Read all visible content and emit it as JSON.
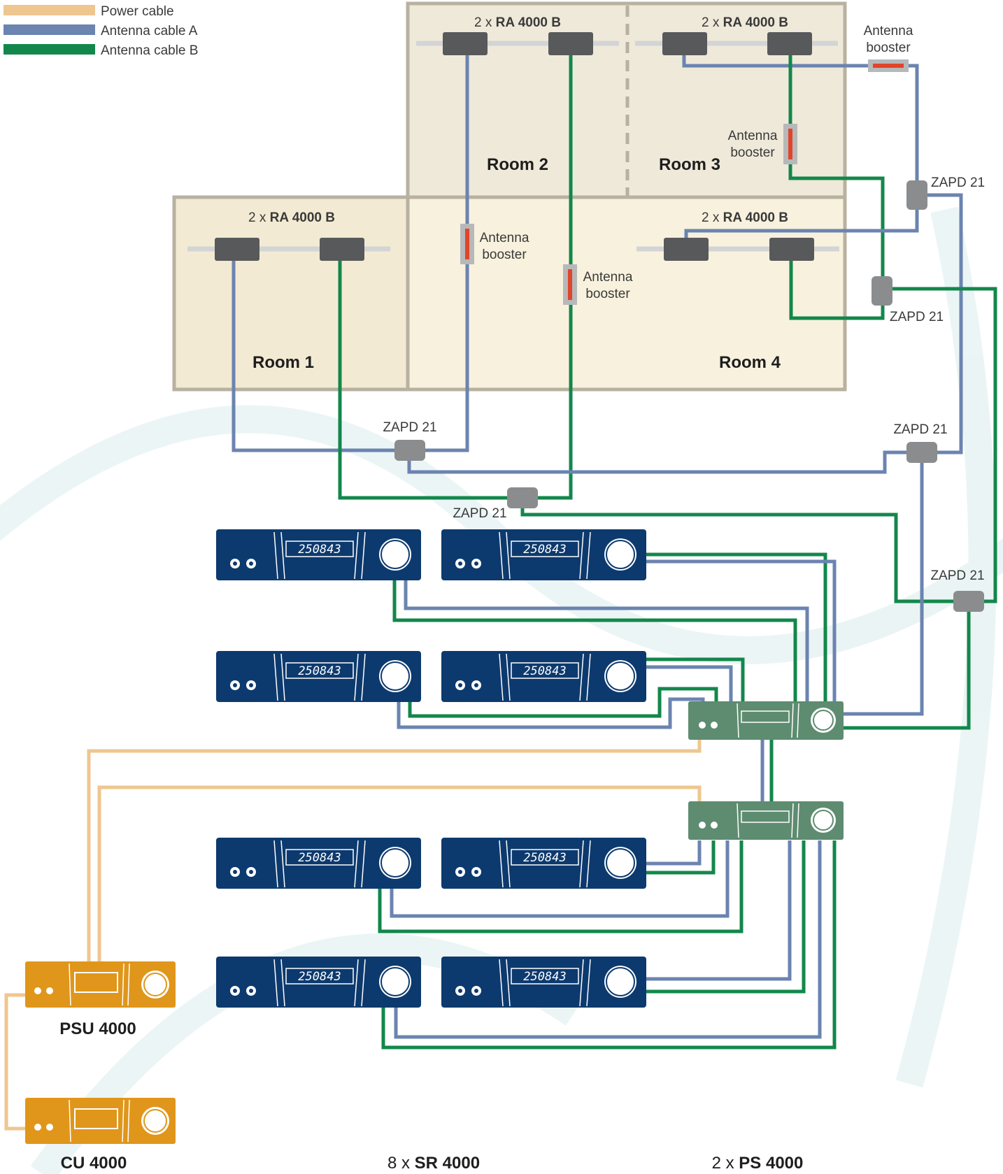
{
  "legend": [
    {
      "label": "Power cable",
      "color": "#efc68f"
    },
    {
      "label": "Antenna cable A",
      "color": "#6b84b0"
    },
    {
      "label": "Antenna cable B",
      "color": "#13874b"
    }
  ],
  "rooms": {
    "room1": "Room 1",
    "room2": "Room 2",
    "room3": "Room 3",
    "room4": "Room 4"
  },
  "antenna_group": {
    "prefix": "2 x",
    "model": "RA 4000 B"
  },
  "antenna_booster": {
    "line1": "Antenna",
    "line2": "booster"
  },
  "splitter_label": "ZAPD 21",
  "receiver_display": "250843",
  "device_labels": {
    "psu": "PSU 4000",
    "cu": "CU 4000",
    "sr_prefix": "8 x",
    "sr_model": "SR 4000",
    "ps_prefix": "2 x",
    "ps_model": "PS 4000"
  },
  "colors": {
    "power": "#efc68f",
    "antenna_a": "#6b84b0",
    "antenna_b": "#13874b",
    "receiver": "#0d3a6e",
    "splitter_unit": "#5e8c70",
    "psu": "#e0961b",
    "booster_red": "#e0452a",
    "room_light": "#efe9da",
    "room_warm": "#f3ead3",
    "room_wall": "#b9b1a0"
  }
}
